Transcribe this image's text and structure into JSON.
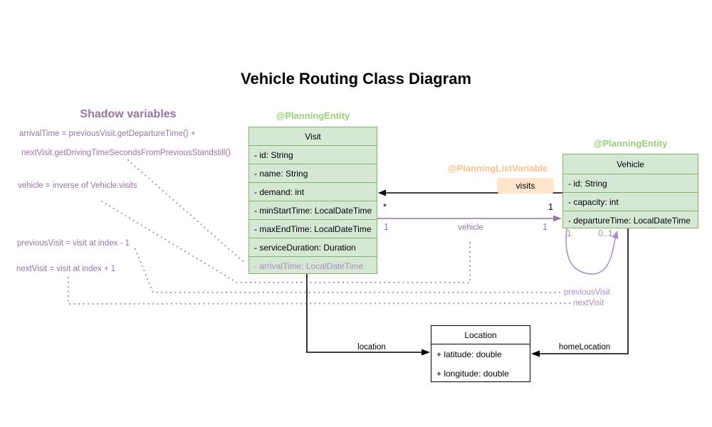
{
  "title": "Vehicle Routing Class Diagram",
  "shadow_variables": {
    "heading": "Shadow variables",
    "arrival_time_line1": "arrivalTime = previousVisit.getDepartureTime() +",
    "arrival_time_line2": "nextVisit.getDrivingTimeSecondsFromPreviousStandstill()",
    "vehicle_line": "vehicle = inverse of Vehicle.visits",
    "previous_visit_line": "previousVisit = visit at index - 1",
    "next_visit_line": "nextVisit = visit at index + 1"
  },
  "classes": {
    "visit": {
      "annotation": "@PlanningEntity",
      "name": "Visit",
      "fields": [
        "- id: String",
        "- name: String",
        "- demand: int",
        "- minStartTime: LocalDateTime",
        "- maxEndTime: LocalDateTime",
        "- serviceDuration: Duration",
        "- arrivalTime: LocalDateTime"
      ]
    },
    "vehicle": {
      "annotation": "@PlanningEntity",
      "name": "Vehicle",
      "fields": [
        "- id: String",
        "- capacity: int",
        "- departureTime: LocalDateTime"
      ]
    },
    "location": {
      "name": "Location",
      "fields": [
        "+ latitude: double",
        "+ longitude: double"
      ]
    }
  },
  "edges": {
    "visits": {
      "annotation": "@PlanningListVariable",
      "label": "visits",
      "target_multiplicity": "*",
      "source_multiplicity": "1"
    },
    "vehicle": {
      "label": "vehicle",
      "left_multiplicity": "1",
      "right_multiplicity": "1"
    },
    "self_loop": {
      "left_multiplicity": "1",
      "right_multiplicity": "0..1"
    },
    "previous_visit_label": "previousVisit",
    "next_visit_label": "nextVisit",
    "location": {
      "label": "location"
    },
    "home_location": {
      "label": "homeLocation"
    }
  },
  "colors": {
    "green_fill": "#d5e8d4",
    "green_border": "#82b366",
    "green_annotation": "#97d077",
    "orange_annotation": "#ffc08a",
    "orange_fill": "#ffe6cc",
    "purple": "#9673a6",
    "purple_light": "#a98bc0",
    "black": "#000000"
  }
}
